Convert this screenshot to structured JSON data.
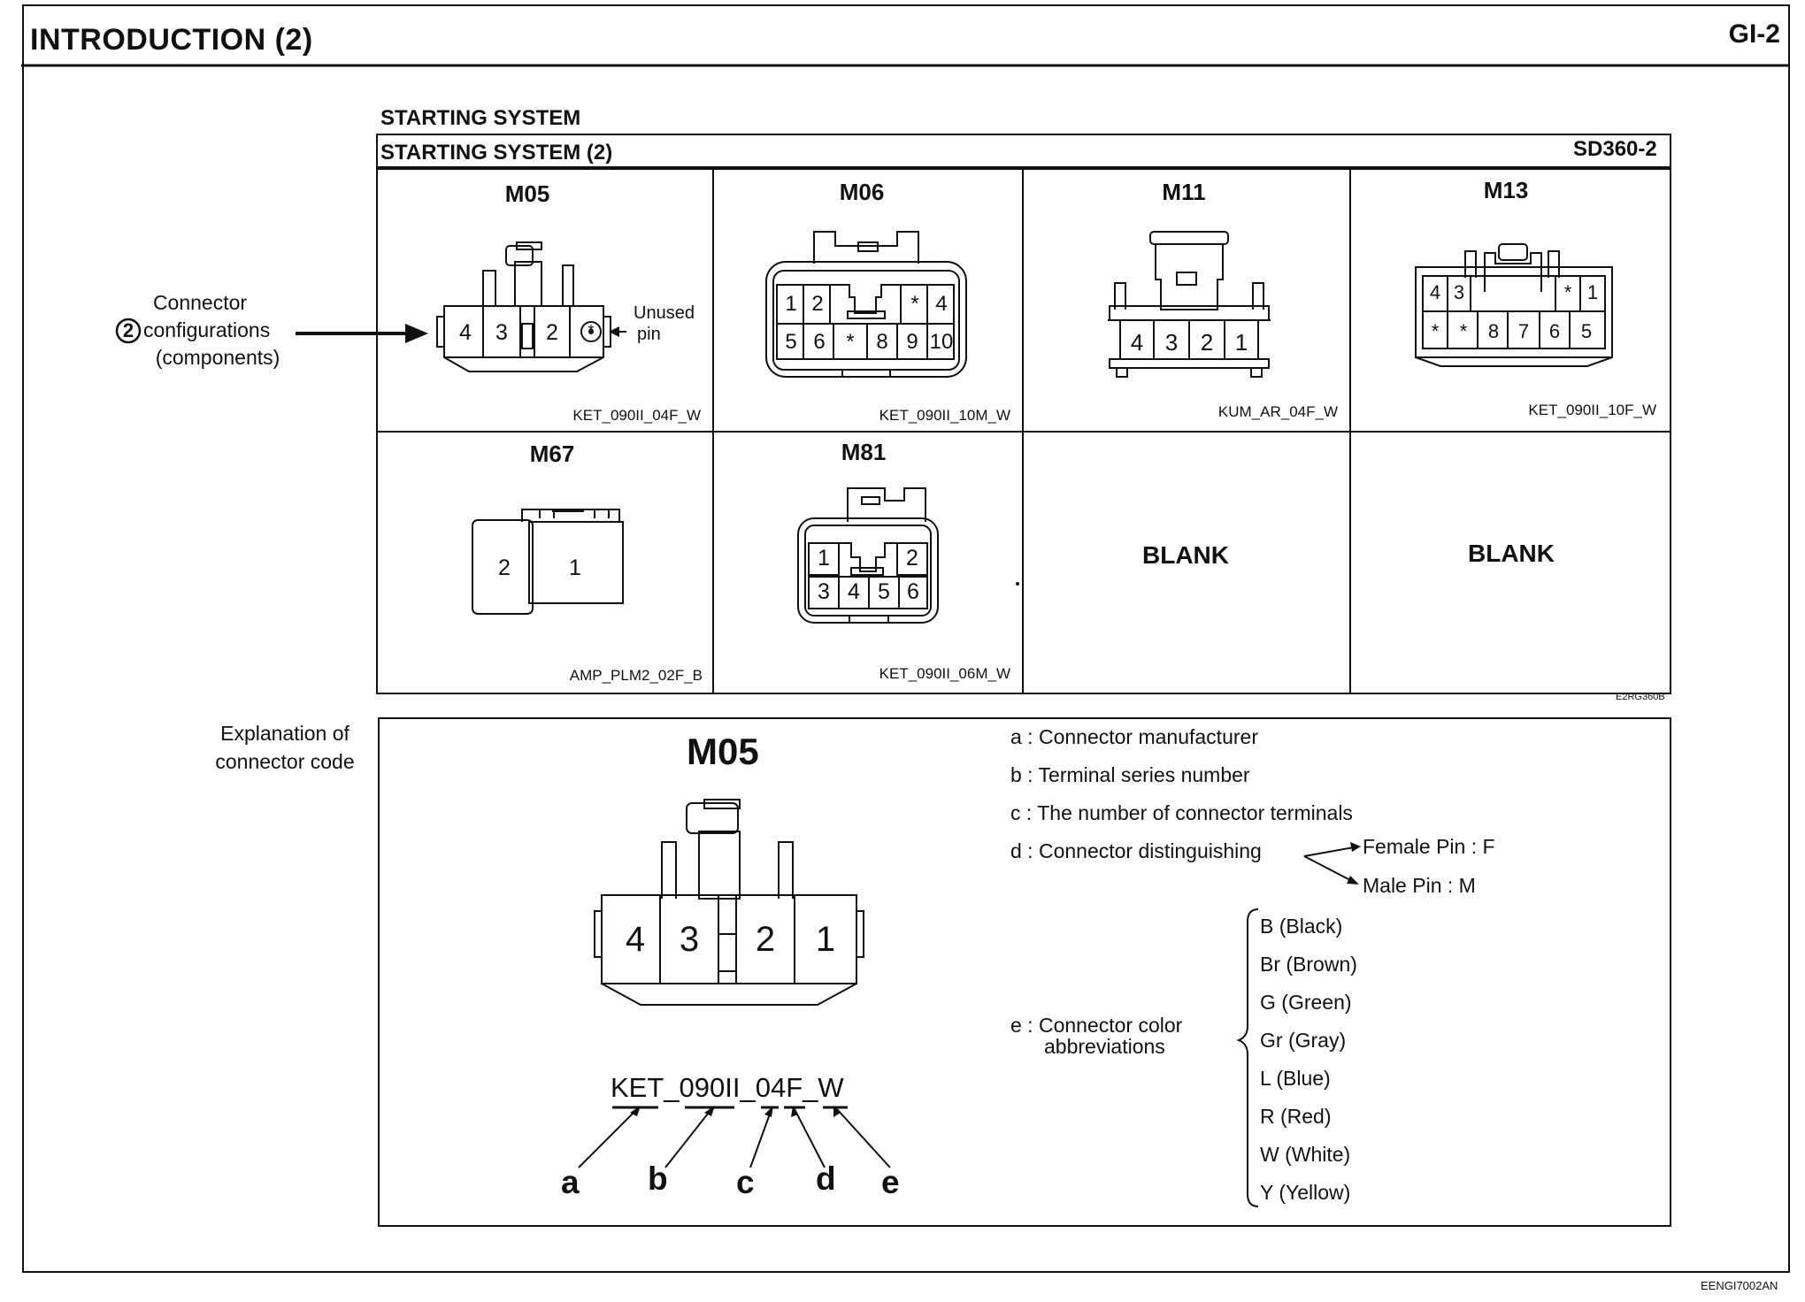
{
  "header": {
    "title": "INTRODUCTION (2)",
    "page": "GI-2"
  },
  "section": {
    "label": "STARTING SYSTEM",
    "subtitle": "STARTING SYSTEM (2)",
    "ref": "SD360-2"
  },
  "callout": {
    "number": "2",
    "line1": "Connector",
    "line2": "configurations",
    "line3": "(components)",
    "unused": "Unused",
    "unused2": "pin"
  },
  "connectors": [
    {
      "id": "M05",
      "code": "KET_090II_04F_W",
      "pins_top": [
        "4",
        "3",
        "2"
      ],
      "unused_mark": "*"
    },
    {
      "id": "M06",
      "code": "KET_090II_10M_W",
      "pins_top": [
        "1",
        "2",
        "*",
        "4"
      ],
      "pins_bottom": [
        "5",
        "6",
        "*",
        "8",
        "9",
        "10"
      ]
    },
    {
      "id": "M11",
      "code": "KUM_AR_04F_W",
      "pins": [
        "4",
        "3",
        "2",
        "1"
      ]
    },
    {
      "id": "M13",
      "code": "KET_090II_10F_W",
      "pins_top": [
        "4",
        "3",
        "*",
        "1"
      ],
      "pins_bottom": [
        "*",
        "*",
        "8",
        "7",
        "6",
        "5"
      ]
    },
    {
      "id": "M67",
      "code": "AMP_PLM2_02F_B",
      "pins": [
        "2",
        "1"
      ]
    },
    {
      "id": "M81",
      "code": "KET_090II_06M_W",
      "pins_top": [
        "1",
        "2"
      ],
      "pins_bottom": [
        "3",
        "4",
        "5",
        "6"
      ]
    }
  ],
  "blank_cells": [
    "BLANK",
    "BLANK"
  ],
  "figure_id": "E2RG360B",
  "explanation": {
    "label_line1": "Explanation of",
    "label_line2": "connector code",
    "example_id": "M05",
    "example_pins": [
      "4",
      "3",
      "2",
      "1"
    ],
    "code_parts": [
      "KET",
      "_",
      "090II",
      "_",
      "04",
      "F",
      "_",
      "W"
    ],
    "letters": [
      "a",
      "b",
      "c",
      "d",
      "e"
    ],
    "items": {
      "a": "a : Connector manufacturer",
      "b": "b : Terminal series number",
      "c": "c : The number of connector terminals",
      "d": "d : Connector distinguishing",
      "female": "Female Pin : F",
      "male": "Male Pin : M",
      "e_line1": "e : Connector color",
      "e_line2": "abbreviations"
    },
    "colors": [
      "B (Black)",
      "Br (Brown)",
      "G (Green)",
      "Gr (Gray)",
      "L (Blue)",
      "R (Red)",
      "W (White)",
      "Y (Yellow)"
    ]
  },
  "footer": "EENGI7002AN"
}
